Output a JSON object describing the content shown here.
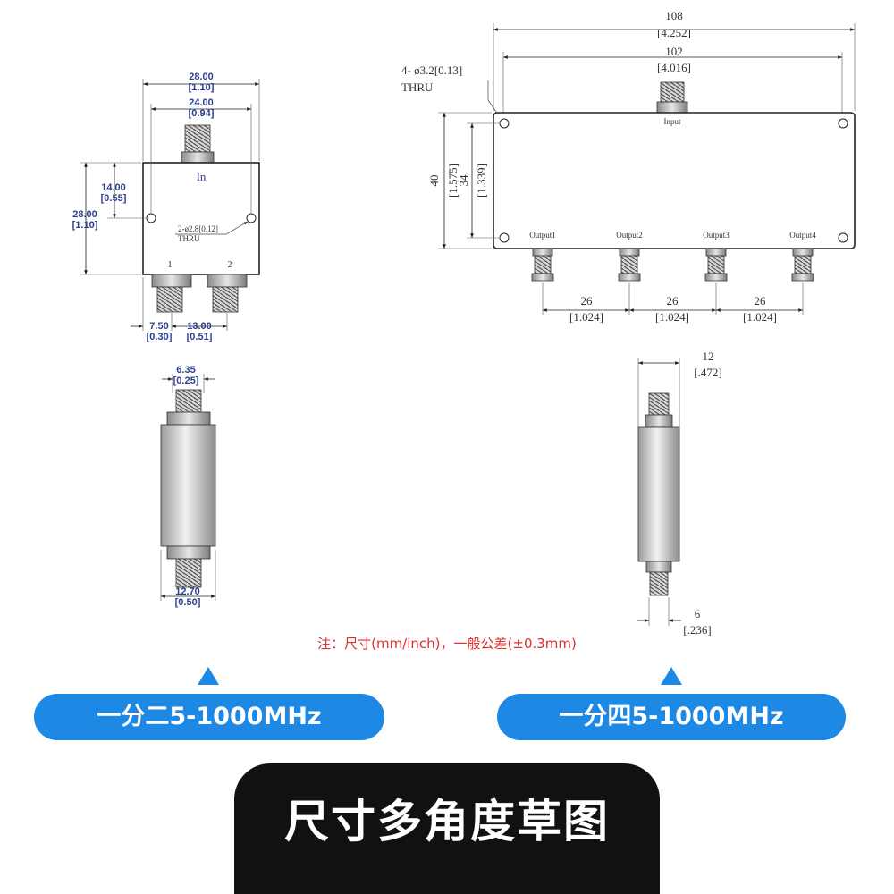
{
  "two_way": {
    "top_dims": [
      {
        "mm": "28.00",
        "inch": "[1.10]"
      },
      {
        "mm": "24.00",
        "inch": "[0.94]"
      }
    ],
    "left_dims": [
      {
        "mm": "14.00",
        "inch": "[0.55]"
      },
      {
        "mm": "28.00",
        "inch": "[1.10]"
      }
    ],
    "port_in": "In",
    "hole_note": "2-ø2.8[0.12]",
    "hole_thru": "THRU",
    "port_1": "1",
    "port_2": "2",
    "bottom_dims": [
      {
        "mm": "7.50",
        "inch": "[0.30]"
      },
      {
        "mm": "13.00",
        "inch": "[0.51]"
      }
    ],
    "side_top": {
      "mm": "6.35",
      "inch": "[0.25]"
    },
    "side_bottom": {
      "mm": "12.70",
      "inch": "[0.50]"
    }
  },
  "four_way": {
    "top_dims": [
      {
        "mm": "108",
        "inch": "[4.252]"
      },
      {
        "mm": "102",
        "inch": "[4.016]"
      }
    ],
    "hole_note": "4- ø3.2[0.13]",
    "hole_thru": "THRU",
    "left_dims": [
      {
        "mm": "40",
        "inch": "[1.575]"
      },
      {
        "mm": "34",
        "inch": "[1.339]"
      }
    ],
    "input_label": "Input",
    "outputs": [
      "Output1",
      "Output2",
      "Output3",
      "Output4"
    ],
    "spacing": [
      {
        "mm": "26",
        "inch": "[1.024]"
      },
      {
        "mm": "26",
        "inch": "[1.024]"
      },
      {
        "mm": "26",
        "inch": "[1.024]"
      }
    ],
    "side_top": {
      "mm": "12",
      "inch": "[.472]"
    },
    "side_bottom": {
      "mm": "6",
      "inch": "[.236]"
    }
  },
  "note": "注：尺寸(mm/inch)，一般公差(±0.3mm)",
  "labels": {
    "left": "一分二5-1000MHz",
    "right": "一分四5-1000MHz"
  },
  "banner": "尺寸多角度草图",
  "colors": {
    "accent_blue": "#1e88e5",
    "dim_blue": "#2b3f8f",
    "note_red": "#e03030",
    "banner_bg": "#111111"
  }
}
